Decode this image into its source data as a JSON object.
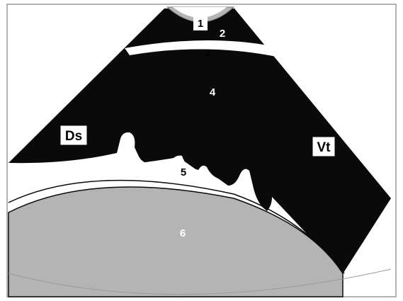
{
  "colors": {
    "background": "#ffffff",
    "frame": "#9a9a9a",
    "dark_field": "#0a0a0a",
    "light_band": "#ffffff",
    "gray_layer": "#b4b4b4",
    "label_text_dark": "#000000",
    "label_text_light": "#ffffff"
  },
  "labels": {
    "one": "1",
    "two": "2",
    "three": "3",
    "four": "4",
    "five": "5",
    "six": "6",
    "ds": "Ds",
    "vt": "Vt"
  }
}
